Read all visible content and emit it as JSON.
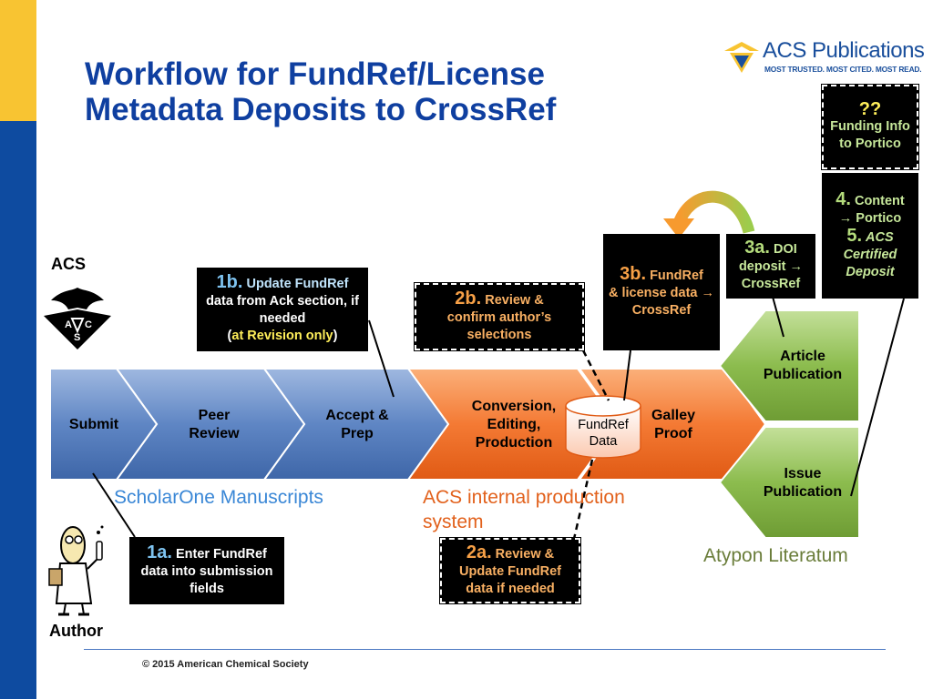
{
  "title": "Workflow for FundRef/License Metadata Deposits to CrossRef",
  "logo": {
    "name": "ACS Publications",
    "tagline": "MOST TRUSTED. MOST CITED. MOST READ.",
    "emblem_letters": "ACS"
  },
  "labels": {
    "acs": "ACS",
    "author": "Author",
    "acs_emblem_letters": "ACS"
  },
  "stages": {
    "submit": "Submit",
    "peer_review": "Peer Review",
    "accept_prep": "Accept & Prep",
    "conversion": "Conversion, Editing, Production",
    "galley_proof": "Galley Proof",
    "fundref_data": "FundRef Data",
    "article_publication": "Article Publication",
    "issue_publication": "Issue Publication"
  },
  "regions": {
    "scholarone": "ScholarOne Manuscripts",
    "acs_internal": "ACS internal production system",
    "atypon": "Atypon Literatum"
  },
  "boxes": {
    "b1a": {
      "num": "1a.",
      "text": "Enter FundRef data into submission fields"
    },
    "b1b": {
      "num": "1b.",
      "text_a": "Update FundRef",
      "text_b": "data from Ack section, if needed",
      "paren_open": "(",
      "highlight": "at Revision only",
      "paren_close": ")"
    },
    "b2a": {
      "num": "2a.",
      "text_a": "Review &",
      "text_b": "Update FundRef data if needed"
    },
    "b2b": {
      "num": "2b.",
      "text_a": "Review &",
      "text_b": "confirm author’s selections"
    },
    "b3a": {
      "num": "3a.",
      "text_a": "DOI",
      "text_b": "deposit → CrossRef"
    },
    "b3b": {
      "num": "3b.",
      "text_a": "FundRef",
      "text_b": "& license data → CrossRef"
    },
    "bqq": {
      "num": "??",
      "text": "Funding Info to Portico"
    },
    "b45": {
      "num4": "4.",
      "text4_a": "Content",
      "text4_b": "→ Portico",
      "num5": "5.",
      "text5": "ACS Certified Deposit"
    }
  },
  "footer": {
    "copyright": "© 2015 American Chemical Society"
  },
  "colors": {
    "title": "#0f3fa0",
    "blue_stage": "#5f86c4",
    "orange_stage": "#f47a34",
    "green_stage": "#8cbc4e",
    "scholarone": "#3a87d6",
    "acs_internal": "#e2611c",
    "atypon": "#6a7d3a"
  }
}
